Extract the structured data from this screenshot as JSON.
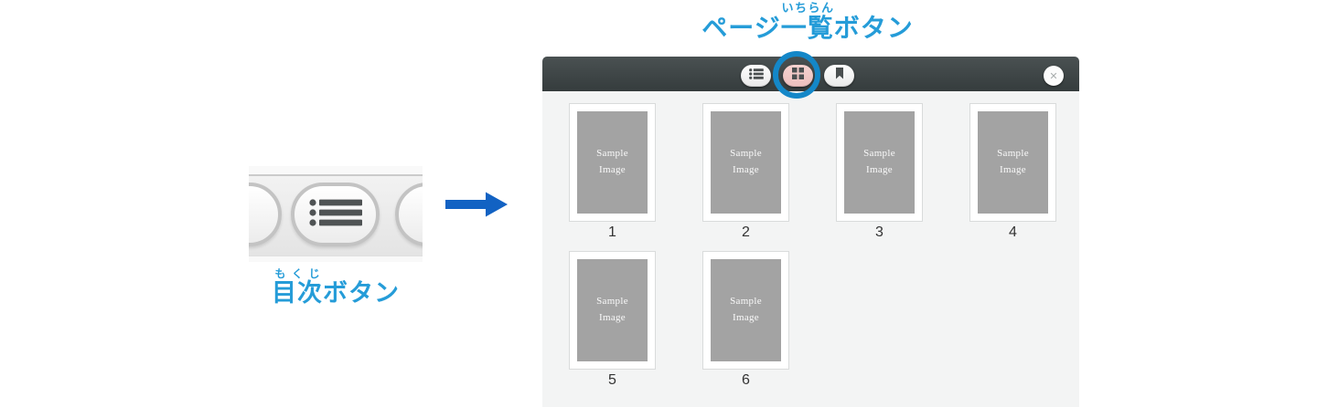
{
  "annotations": {
    "page_list_button_label": {
      "before": "ページ",
      "base": "一覧",
      "ruby": "いちらん",
      "after": "ボタン"
    },
    "toc_button_label": {
      "before": "",
      "base": "目次",
      "ruby": "もくじ",
      "after": "ボタン"
    }
  },
  "colors": {
    "label_blue": "#259cd8",
    "arrow_blue": "#1262c3",
    "highlight_circle_blue": "#1487c8",
    "header_dark": "#3a4243",
    "active_button_pink": "#f2c9c7",
    "thumbnail_gray": "#a3a3a3",
    "panel_background": "#f3f4f4"
  },
  "left_fragment": {
    "icon": "list-icon"
  },
  "arrow": {
    "icon": "right-arrow-icon"
  },
  "panel": {
    "toolbar": {
      "buttons": [
        {
          "id": "toc",
          "icon": "list-icon",
          "active": false
        },
        {
          "id": "page-list",
          "icon": "grid-icon",
          "active": true,
          "highlighted": true
        },
        {
          "id": "bookmark",
          "icon": "bookmark-icon",
          "active": false
        }
      ],
      "close_glyph": "✕"
    },
    "pages": [
      {
        "number": "1",
        "image_label": "Sample Image"
      },
      {
        "number": "2",
        "image_label": "Sample Image"
      },
      {
        "number": "3",
        "image_label": "Sample Image"
      },
      {
        "number": "4",
        "image_label": "Sample Image"
      },
      {
        "number": "5",
        "image_label": "Sample Image"
      },
      {
        "number": "6",
        "image_label": "Sample Image"
      }
    ]
  }
}
